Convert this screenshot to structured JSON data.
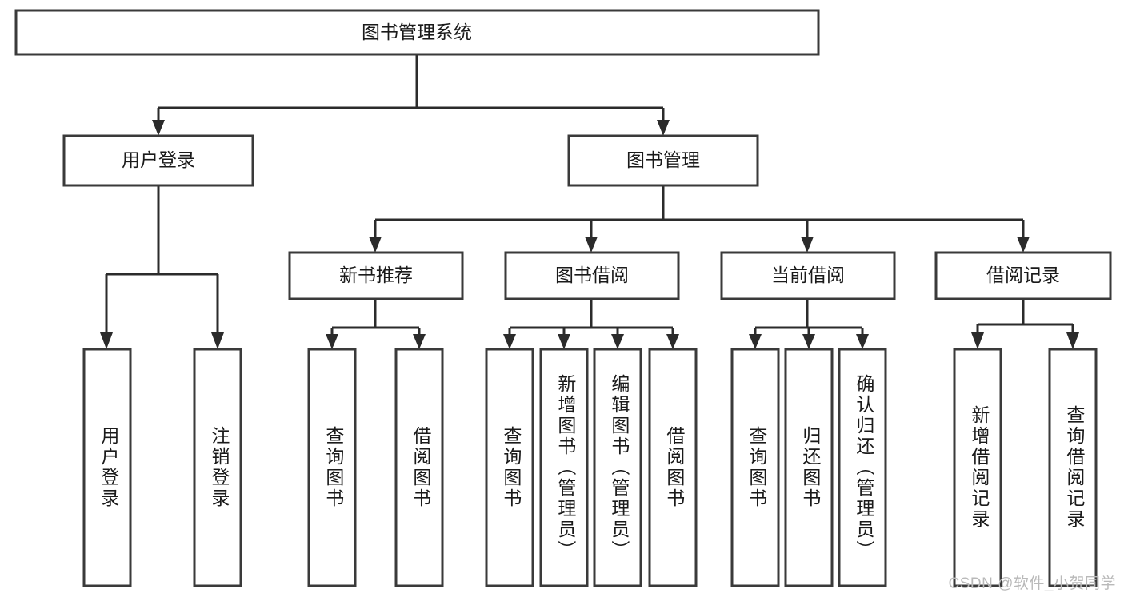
{
  "diagram": {
    "title": "图书管理系统",
    "watermark": "CSDN @软件_小贺同学",
    "colors": {
      "box_stroke": "#3a3a3a",
      "connector": "#2b2b2b",
      "background": "#ffffff",
      "text": "#1a1a1a",
      "watermark": "#b9b9b9"
    },
    "root": {
      "label": "图书管理系统"
    },
    "level2": [
      {
        "label": "用户登录"
      },
      {
        "label": "图书管理"
      }
    ],
    "level3": [
      {
        "label": "新书推荐"
      },
      {
        "label": "图书借阅"
      },
      {
        "label": "当前借阅"
      },
      {
        "label": "借阅记录"
      }
    ],
    "leaves": {
      "user_login": [
        {
          "label": "用户登录"
        },
        {
          "label": "注销登录"
        }
      ],
      "new_book_recommend": [
        {
          "label": "查询图书"
        },
        {
          "label": "借阅图书"
        }
      ],
      "book_borrow": [
        {
          "label": "查询图书"
        },
        {
          "label": "新增图书（管理员）"
        },
        {
          "label": "编辑图书（管理员）"
        },
        {
          "label": "借阅图书"
        }
      ],
      "current_borrow": [
        {
          "label": "查询图书"
        },
        {
          "label": "归还图书"
        },
        {
          "label": "确认归还（管理员）"
        }
      ],
      "borrow_record": [
        {
          "label": "新增借阅记录"
        },
        {
          "label": "查询借阅记录"
        }
      ]
    }
  }
}
